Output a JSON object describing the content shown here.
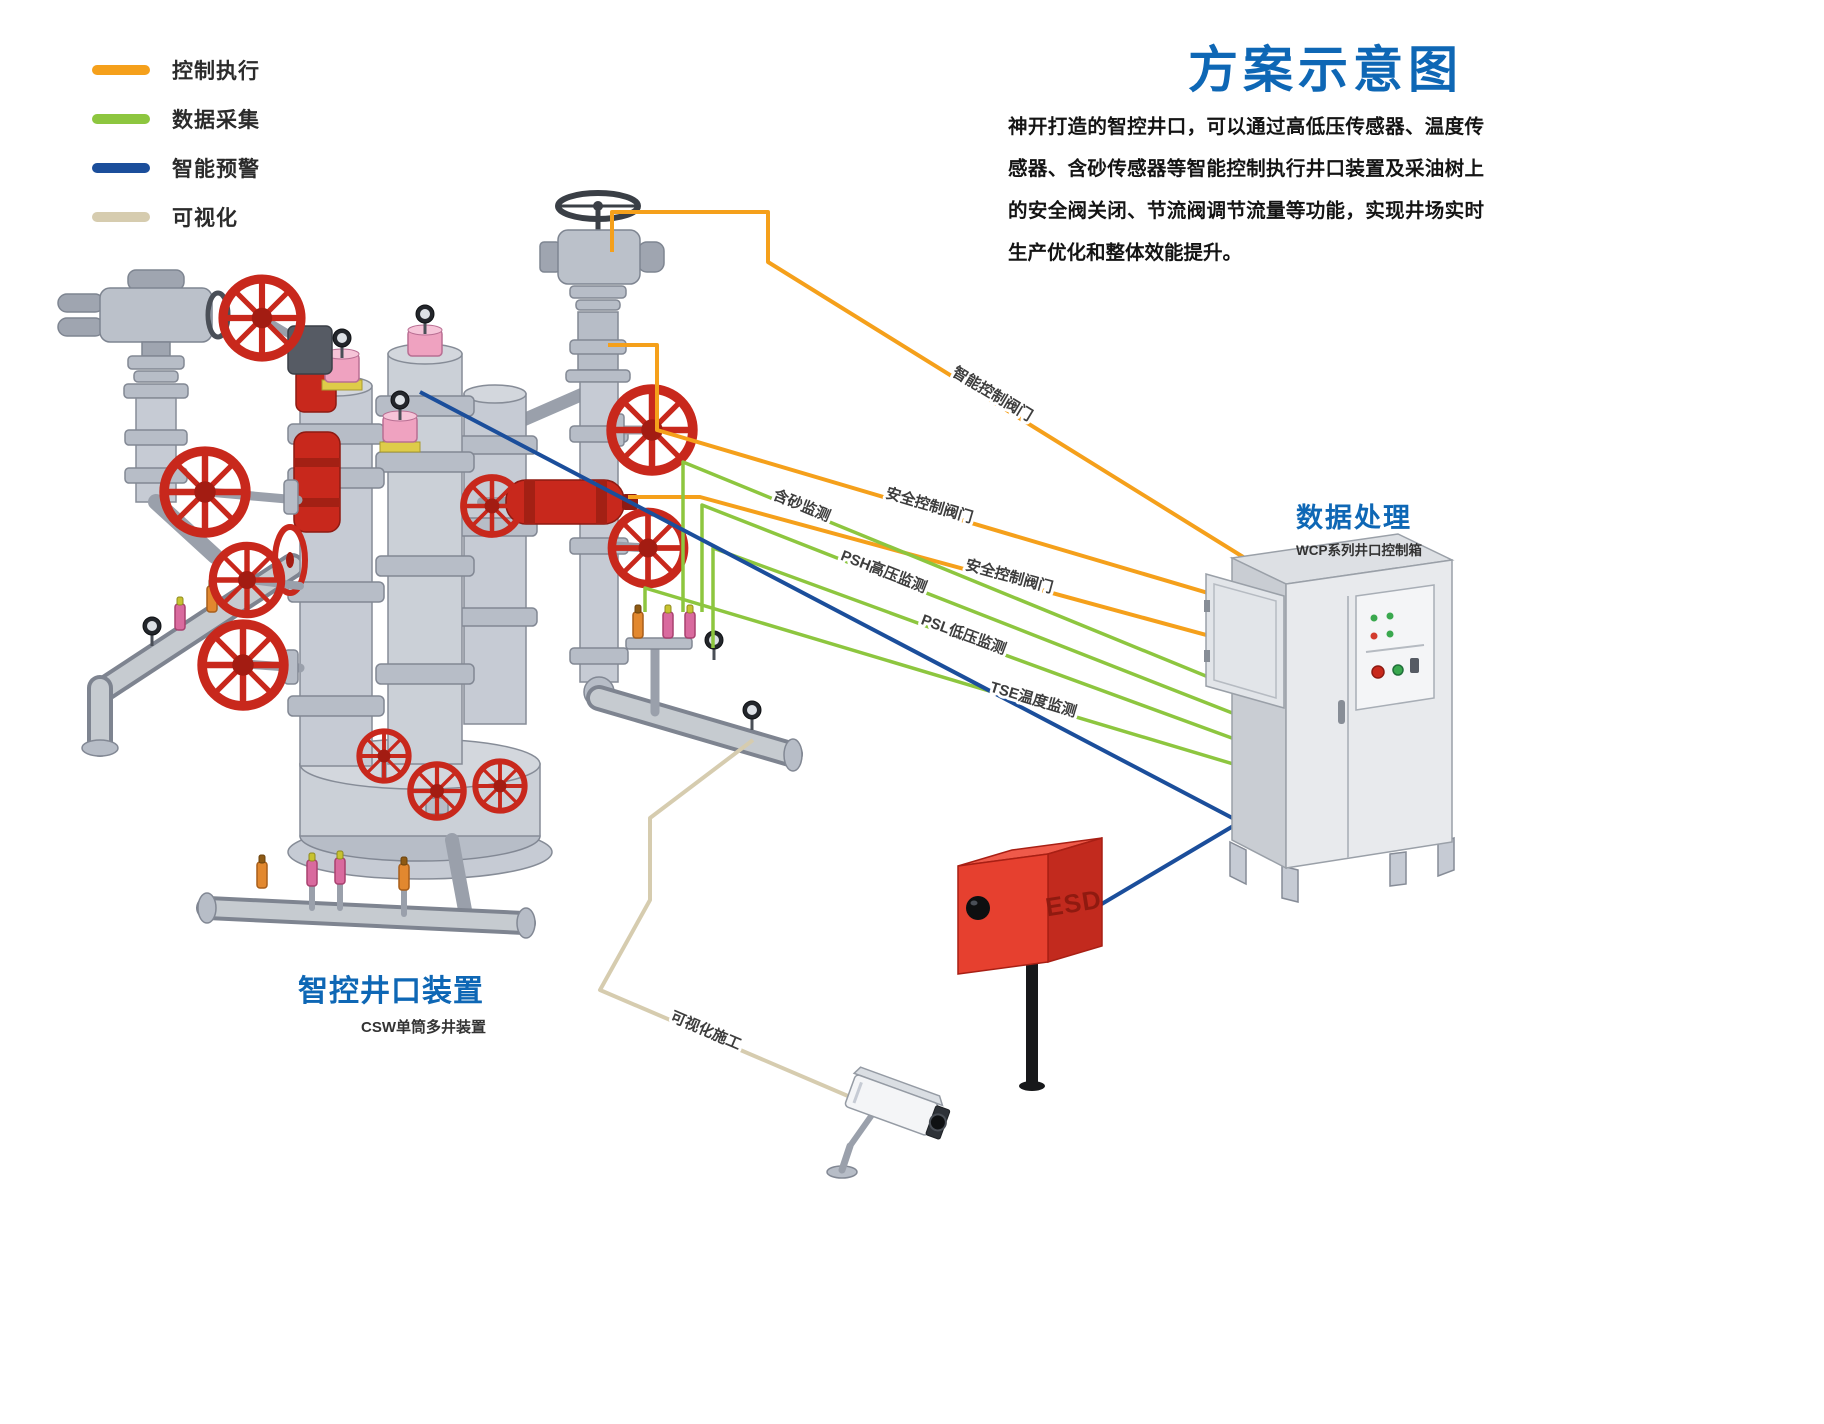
{
  "header": {
    "title": "方案示意图",
    "description": "神开打造的智控井口，可以通过高低压传感器、温度传感器、含砂传感器等智能控制执行井口装置及采油树上的安全阀关闭、节流阀调节流量等功能，实现井场实时生产优化和整体效能提升。"
  },
  "legend": {
    "items": [
      {
        "label": "控制执行",
        "color": "#F5A01B"
      },
      {
        "label": "数据采集",
        "color": "#8DC63F"
      },
      {
        "label": "智能预警",
        "color": "#1B4E9B"
      },
      {
        "label": "可视化",
        "color": "#D6CCAF"
      }
    ]
  },
  "wellhead": {
    "title": "智控井口装置",
    "subtitle": "CSW单筒多井装置"
  },
  "cabinet": {
    "title": "数据处理",
    "subtitle": "WCP系列井口控制箱"
  },
  "esd": {
    "label": "ESD"
  },
  "connections": {
    "control": [
      {
        "label": "智能控制阀门"
      },
      {
        "label": "安全控制阀门"
      },
      {
        "label": "安全控制阀门"
      }
    ],
    "data": [
      {
        "label": "含砂监测"
      },
      {
        "label": "PSH高压监测"
      },
      {
        "label": "PSL低压监测"
      },
      {
        "label": "TSE温度监测"
      }
    ],
    "visual": [
      {
        "label": "可视化施工"
      }
    ]
  },
  "colors": {
    "accent_blue": "#0E67B5",
    "alarm_red": "#C8281C"
  }
}
